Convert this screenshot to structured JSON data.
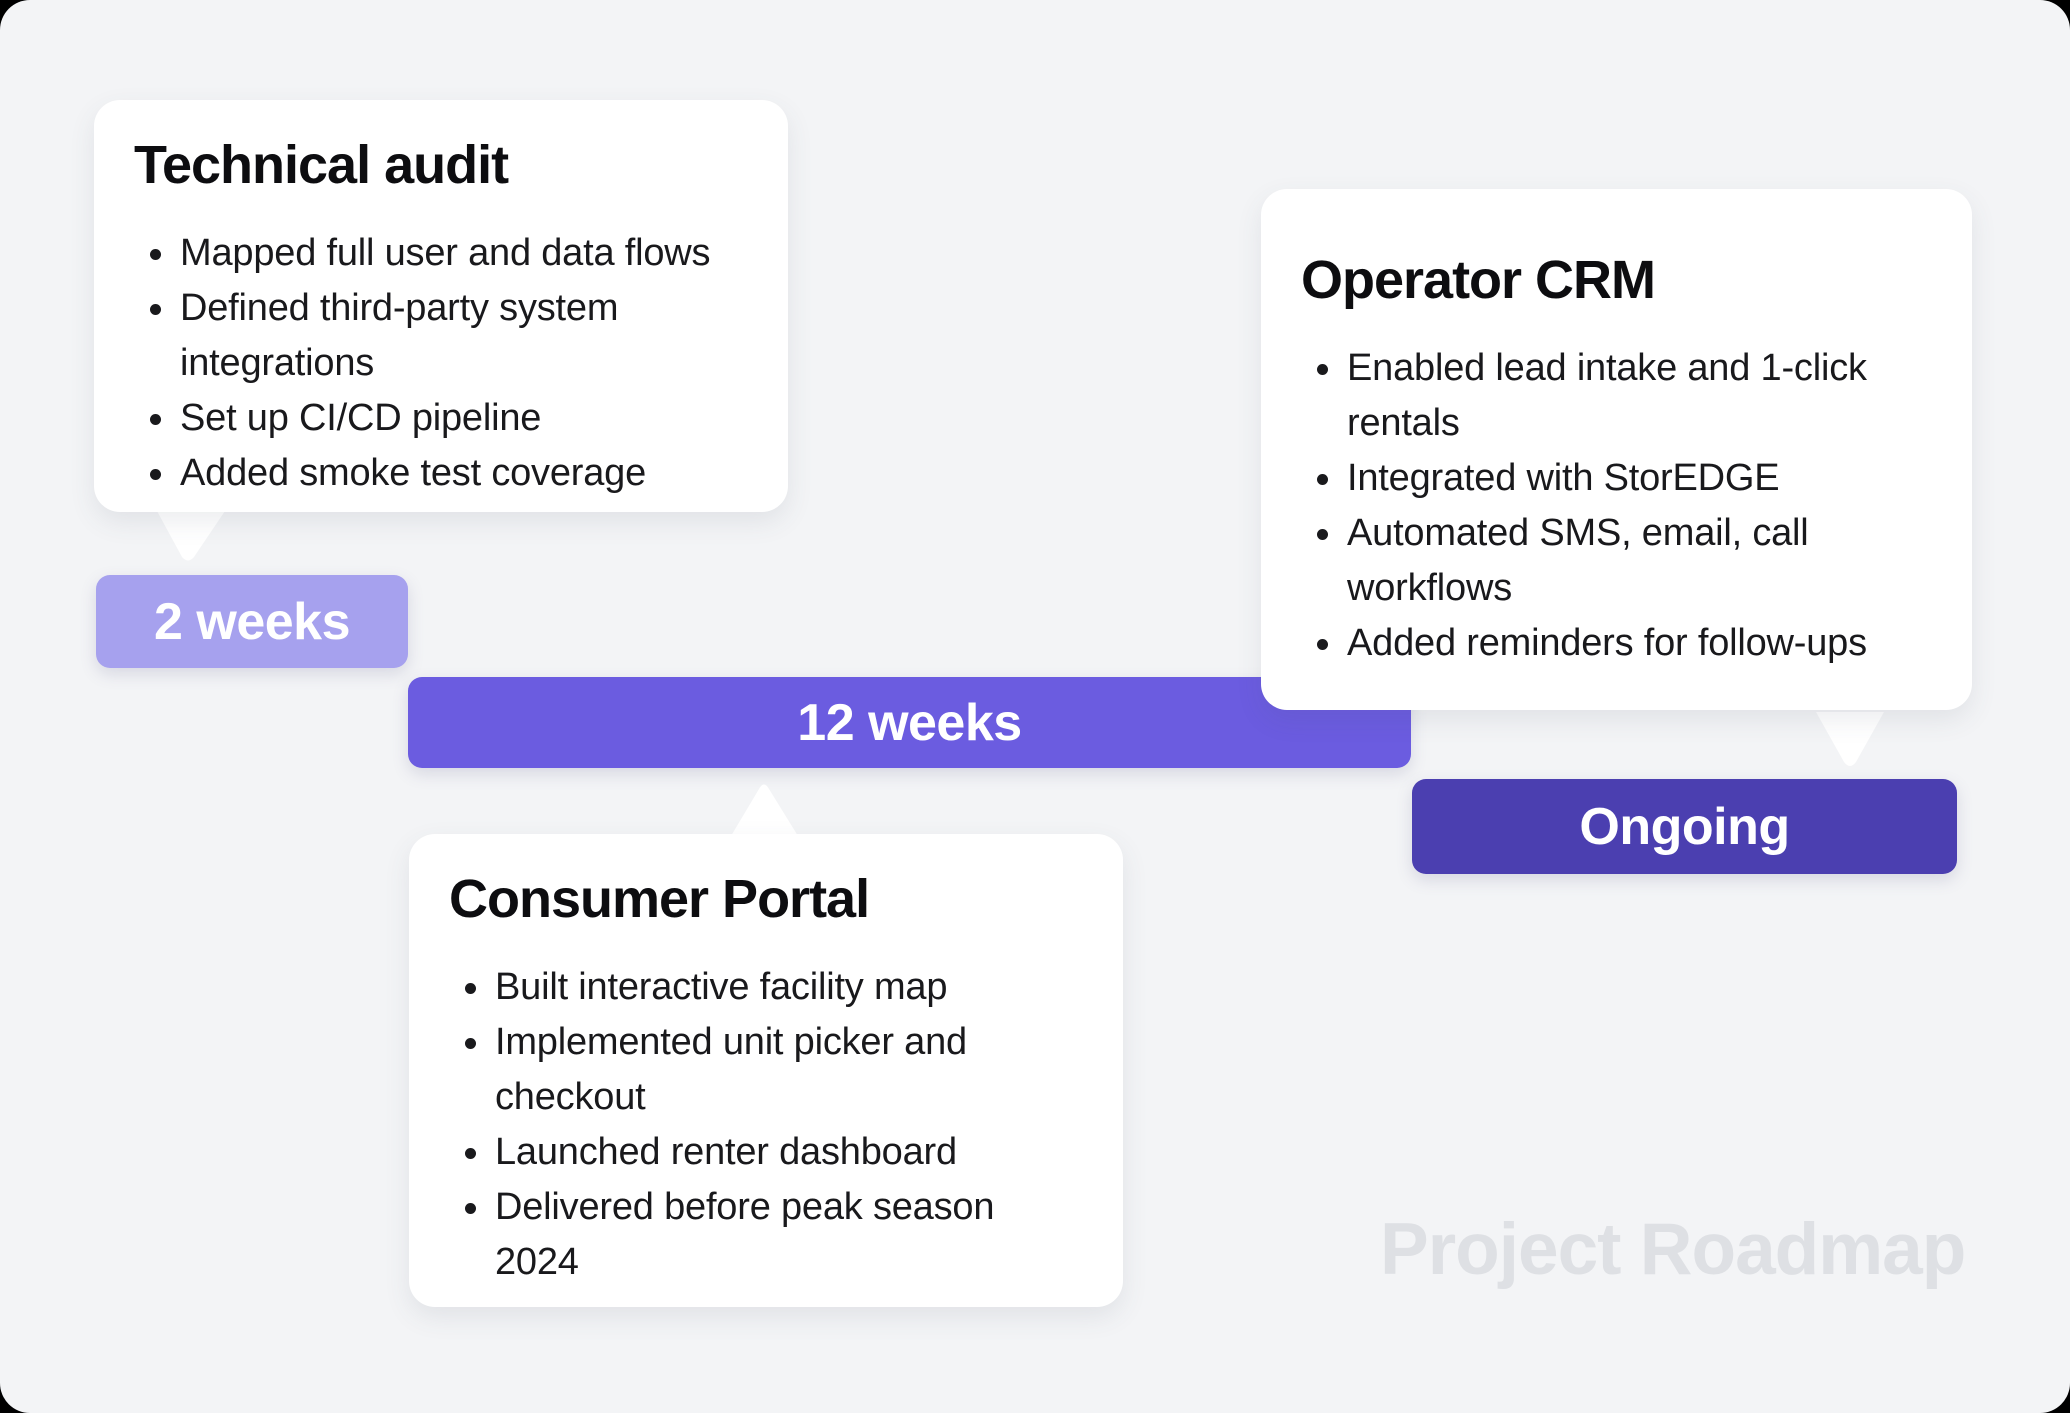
{
  "page": {
    "watermark": "Project Roadmap"
  },
  "palette": {
    "canvas_background": "#f3f4f6",
    "outer_corner_background": "#000000",
    "card_background": "#ffffff",
    "bar_2_weeks": "#a6a1ee",
    "bar_12_weeks": "#6b5ce0",
    "bar_ongoing": "#4b3fb0",
    "title_text": "#0d0d10",
    "body_text": "#19191c",
    "bar_label_text": "#ffffff",
    "watermark_text": "#dee0e4"
  },
  "phases": [
    {
      "title": "Technical audit",
      "duration": "2 weeks",
      "bullets": [
        "Mapped full user and data flows",
        "Defined third-party system integrations",
        "Set up CI/CD pipeline",
        "Added smoke test coverage"
      ]
    },
    {
      "title": "Consumer Portal",
      "duration": "12 weeks",
      "bullets": [
        "Built interactive facility map",
        "Implemented unit picker and checkout",
        "Launched renter dashboard",
        "Delivered before peak season 2024"
      ]
    },
    {
      "title": "Operator CRM",
      "duration": "Ongoing",
      "bullets": [
        "Enabled lead intake and 1-click rentals",
        "Integrated with StorEDGE",
        "Automated SMS, email, call workflows",
        "Added reminders for follow-ups"
      ]
    }
  ]
}
